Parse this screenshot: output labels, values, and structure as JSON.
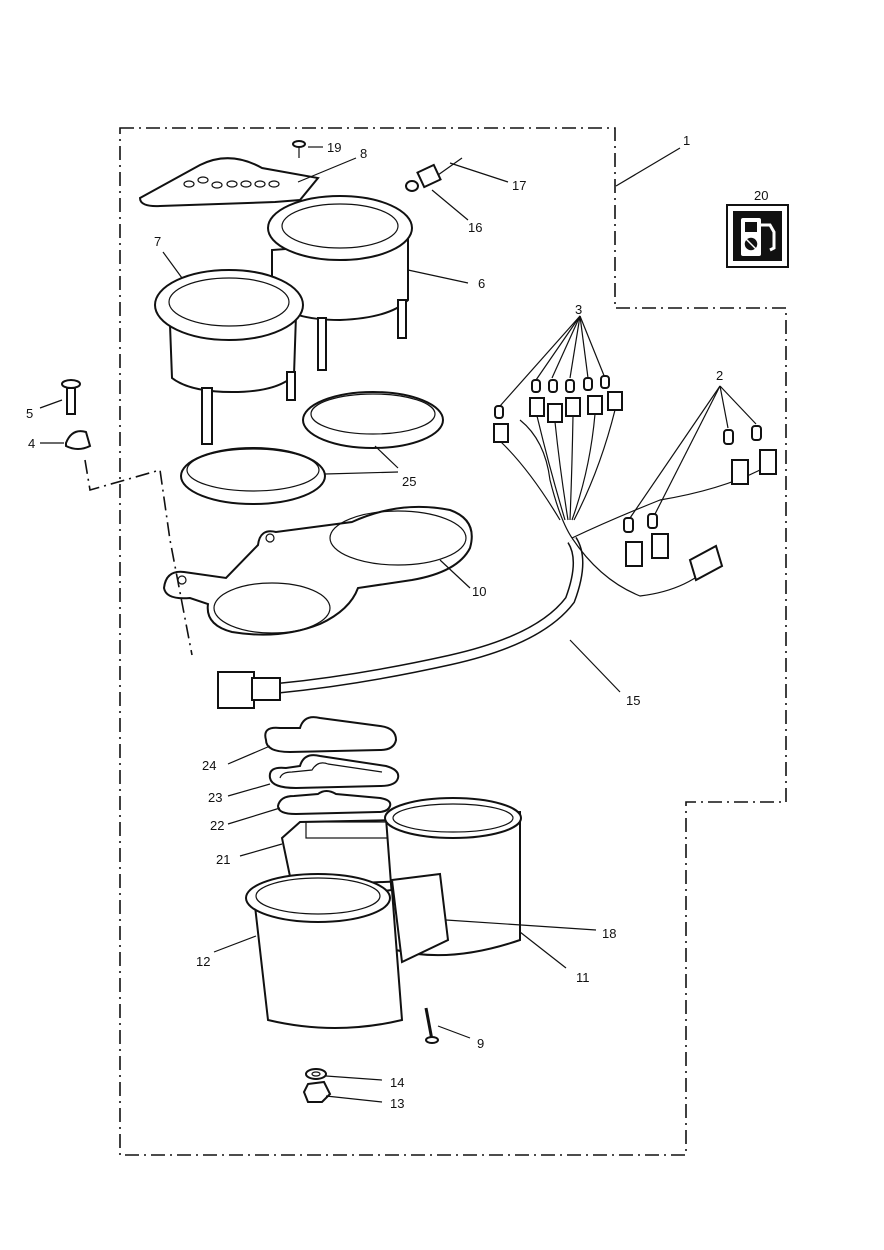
{
  "callouts": {
    "c1": "1",
    "c2": "2",
    "c3": "3",
    "c4": "4",
    "c5": "5",
    "c6": "6",
    "c7": "7",
    "c8": "8",
    "c9": "9",
    "c10": "10",
    "c11": "11",
    "c12": "12",
    "c13": "13",
    "c14": "14",
    "c15": "15",
    "c16": "16",
    "c17": "17",
    "c18": "18",
    "c19": "19",
    "c20": "20",
    "c21": "21",
    "c22": "22",
    "c23": "23",
    "c24": "24",
    "c25": "25"
  },
  "icons": {
    "fuel_label": "fuel-pump-icon"
  }
}
